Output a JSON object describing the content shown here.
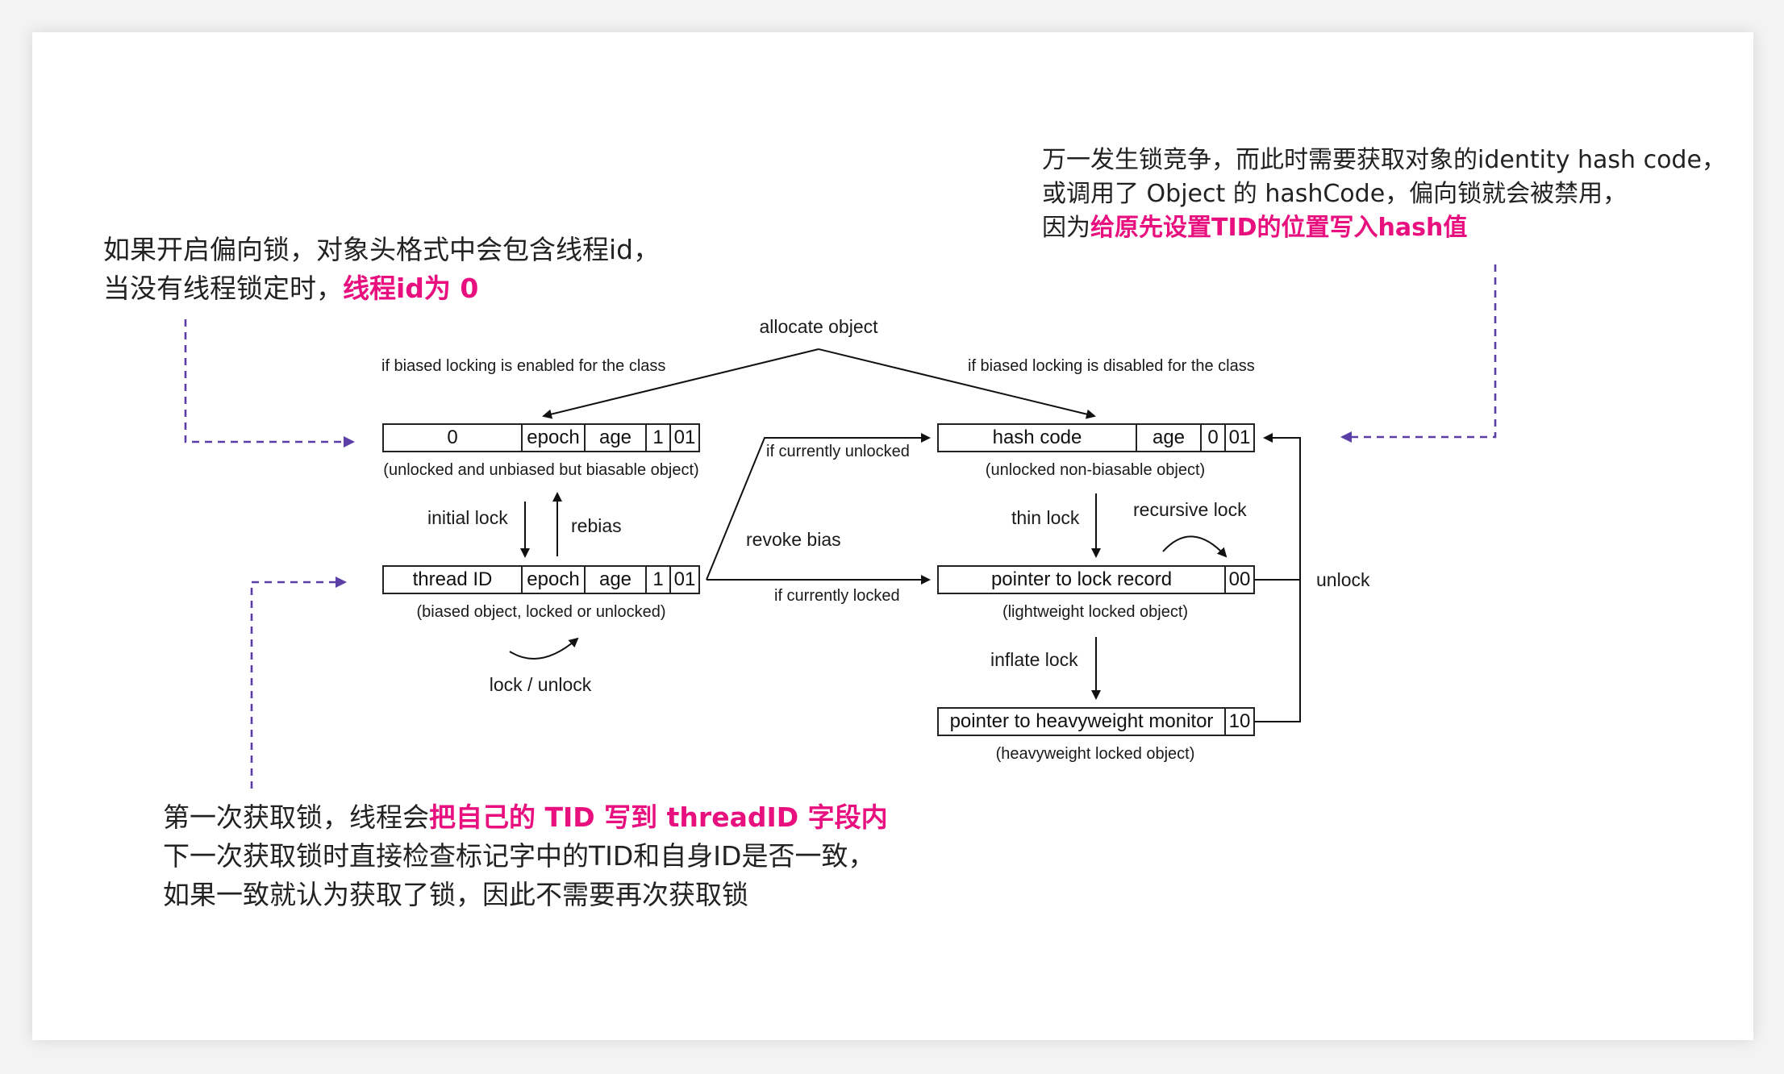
{
  "notes": {
    "left_top": {
      "line1": "如果开启偏向锁，对象头格式中会包含线程id，",
      "line2_plain": "当没有线程锁定时，",
      "line2_highlight": "线程id为 0"
    },
    "right_top": {
      "line1": "万一发生锁竞争，而此时需要获取对象的identity hash code，",
      "line2": "或调用了 Object 的 hashCode，偏向锁就会被禁用，",
      "line3_plain": "因为",
      "line3_highlight": "给原先设置TID的位置写入hash值"
    },
    "bottom": {
      "line1_plain": "第一次获取锁，线程会",
      "line1_highlight": "把自己的 TID 写到 threadID 字段内",
      "line2": "下一次获取锁时直接检查标记字中的TID和自身ID是否一致，",
      "line3": "如果一致就认为获取了锁，因此不需要再次获取锁"
    }
  },
  "diagram": {
    "allocate_object": "allocate object",
    "biased_enabled": "if biased locking is enabled for the class",
    "biased_disabled": "if biased locking is disabled for the class",
    "unbiased_row": {
      "cells": [
        "0",
        "epoch",
        "age",
        "1",
        "01"
      ],
      "caption": "(unlocked and unbiased but biasable object)"
    },
    "biased_row": {
      "cells": [
        "thread ID",
        "epoch",
        "age",
        "1",
        "01"
      ],
      "caption": "(biased object, locked or unlocked)"
    },
    "hash_row": {
      "cells": [
        "hash code",
        "age",
        "0",
        "01"
      ],
      "caption": "(unlocked non-biasable object)"
    },
    "lightweight_row": {
      "cells": [
        "pointer to lock record",
        "00"
      ],
      "caption": "(lightweight locked object)"
    },
    "heavyweight_row": {
      "cells": [
        "pointer to heavyweight monitor",
        "10"
      ],
      "caption": "(heavyweight locked object)"
    },
    "initial_lock": "initial lock",
    "rebias": "rebias",
    "lock_unlock": "lock / unlock",
    "if_currently_unlocked": "if currently unlocked",
    "revoke_bias": "revoke bias",
    "if_currently_locked": "if currently locked",
    "thin_lock": "thin lock",
    "recursive_lock": "recursive lock",
    "inflate_lock": "inflate lock",
    "unlock": "unlock"
  },
  "colors": {
    "highlight": "#e8107e",
    "dashed_arrow": "#5b3fa6"
  }
}
